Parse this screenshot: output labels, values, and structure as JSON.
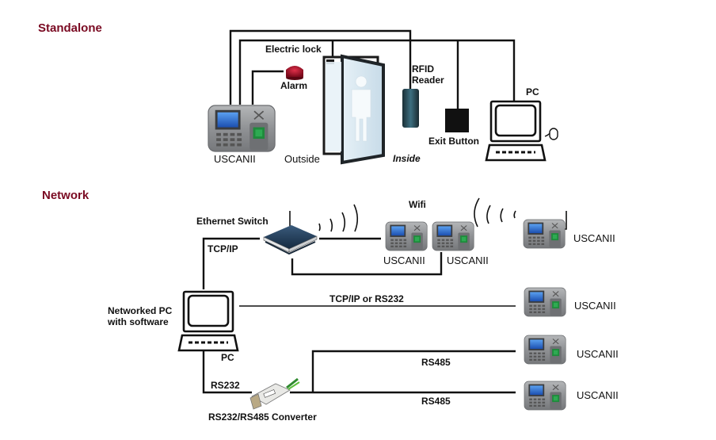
{
  "sections": {
    "standalone": "Standalone",
    "network": "Network"
  },
  "standalone": {
    "device_label": "USCANII",
    "electric_lock": "Electric lock",
    "alarm": "Alarm",
    "rfid_line1": "RFID",
    "rfid_line2": "Reader",
    "pc": "PC",
    "exit_button": "Exit Button",
    "outside": "Outside",
    "inside": "Inside"
  },
  "network": {
    "ethernet_switch": "Ethernet Switch",
    "tcpip": "TCP/IP",
    "wifi": "Wifi",
    "networked_pc_line1": "Networked PC",
    "networked_pc_line2": "with software",
    "pc": "PC",
    "tcpip_or_rs232": "TCP/IP or RS232",
    "rs232": "RS232",
    "rs485_a": "RS485",
    "rs485_b": "RS485",
    "converter": "RS232/RS485 Converter",
    "devices": [
      {
        "label": "USCANII"
      },
      {
        "label": "USCANII"
      },
      {
        "label": "USCANII"
      },
      {
        "label": "USCANII"
      },
      {
        "label": "USCANII"
      },
      {
        "label": "USCANII"
      }
    ]
  },
  "colors": {
    "section_title": "#7a0a22",
    "alarm": "#a3122a",
    "device_body": "#8d8f92",
    "screen": "#2a6fd0",
    "scanner": "#1f8a3c",
    "switch": "#23405e"
  }
}
